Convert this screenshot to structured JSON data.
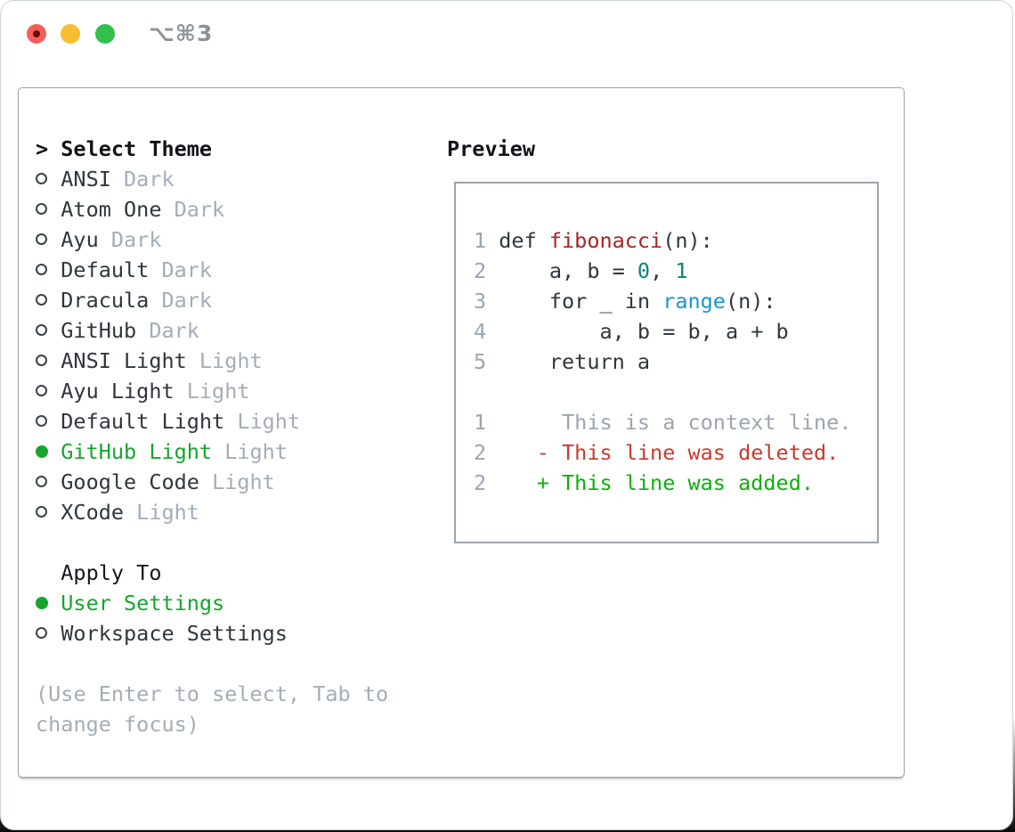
{
  "window": {
    "shortcut": "⌥⌘3"
  },
  "theme_panel": {
    "select_marker": ">",
    "select_label": "Select Theme",
    "themes": [
      {
        "name": "ANSI",
        "variant": "Dark",
        "selected": false
      },
      {
        "name": "Atom One",
        "variant": "Dark",
        "selected": false
      },
      {
        "name": "Ayu",
        "variant": "Dark",
        "selected": false
      },
      {
        "name": "Default",
        "variant": "Dark",
        "selected": false
      },
      {
        "name": "Dracula",
        "variant": "Dark",
        "selected": false
      },
      {
        "name": "GitHub",
        "variant": "Dark",
        "selected": false
      },
      {
        "name": "ANSI Light",
        "variant": "Light",
        "selected": false
      },
      {
        "name": "Ayu Light",
        "variant": "Light",
        "selected": false
      },
      {
        "name": "Default Light",
        "variant": "Light",
        "selected": false
      },
      {
        "name": "GitHub Light",
        "variant": "Light",
        "selected": true
      },
      {
        "name": "Google Code",
        "variant": "Light",
        "selected": false
      },
      {
        "name": "XCode",
        "variant": "Light",
        "selected": false
      }
    ],
    "apply_to": {
      "label": "Apply To",
      "options": [
        {
          "name": "User Settings",
          "selected": true
        },
        {
          "name": "Workspace Settings",
          "selected": false
        }
      ]
    },
    "hint_line1": "(Use Enter to select, Tab to",
    "hint_line2": "change focus)"
  },
  "preview": {
    "label": "Preview",
    "code_lines": [
      {
        "num": "1",
        "segments": [
          {
            "text": "def ",
            "type": "plain"
          },
          {
            "text": "fibonacci",
            "type": "function"
          },
          {
            "text": "(n):",
            "type": "plain"
          }
        ]
      },
      {
        "num": "2",
        "segments": [
          {
            "text": "    a, b = ",
            "type": "plain"
          },
          {
            "text": "0",
            "type": "number"
          },
          {
            "text": ", ",
            "type": "plain"
          },
          {
            "text": "1",
            "type": "number"
          }
        ]
      },
      {
        "num": "3",
        "segments": [
          {
            "text": "    for _ in ",
            "type": "plain"
          },
          {
            "text": "range",
            "type": "builtin"
          },
          {
            "text": "(n):",
            "type": "plain"
          }
        ]
      },
      {
        "num": "4",
        "segments": [
          {
            "text": "        a, b = b, a + b",
            "type": "plain"
          }
        ]
      },
      {
        "num": "5",
        "segments": [
          {
            "text": "    return a",
            "type": "plain"
          }
        ]
      }
    ],
    "diff_lines": [
      {
        "num": "1",
        "text": "     This is a context line.",
        "type": "context"
      },
      {
        "num": "2",
        "text": "   - This line was deleted.",
        "type": "deleted"
      },
      {
        "num": "2",
        "text": "   + This line was added.",
        "type": "added"
      }
    ]
  },
  "colors": {
    "accent_green": "#17a52e",
    "text_dark": "#2f363d",
    "header_black": "#101418",
    "muted_gray": "#a3adb8",
    "line_number_gray": "#9aa5b2",
    "function_red": "#a8251f",
    "number_teal": "#0b7e85",
    "builtin_blue": "#1697d3",
    "diff_deleted_red": "#c93a2c",
    "diff_added_green": "#0caf0c",
    "panel_border": "#9aa3ae",
    "traffic_red": "#f3605a",
    "traffic_yellow": "#f9bd33",
    "traffic_green": "#31c14b"
  }
}
